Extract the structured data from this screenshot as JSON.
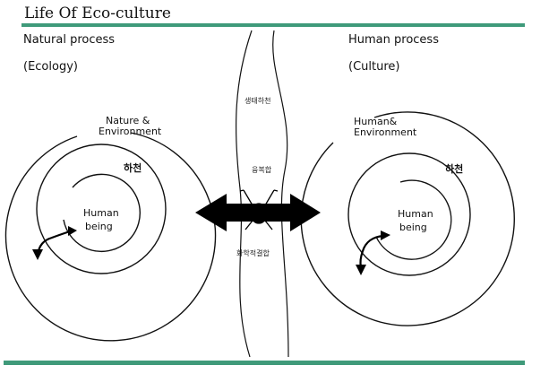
{
  "title": "Life Of Eco-culture",
  "colors": {
    "rule": "#3f9a7a",
    "ink": "#111111",
    "arrow": "#000000"
  },
  "left_panel": {
    "heading": "Natural process",
    "subheading": "(Ecology)",
    "outer_label_line1": "Nature &",
    "outer_label_line2": "Environment",
    "middle_label": "하천",
    "inner_label_line1": "Human",
    "inner_label_line2": "being"
  },
  "right_panel": {
    "heading": "Human process",
    "subheading": "(Culture)",
    "outer_label_line1": "Human&",
    "outer_label_line2": "Environment",
    "middle_label": "하천",
    "inner_label_line1": "Human",
    "inner_label_line2": "being"
  },
  "center": {
    "label_top": "생태하천",
    "label_middle": "융복합",
    "label_bottom": "화학적결합",
    "icons": [
      "double-headed-arrow-icon",
      "insect-icon"
    ]
  }
}
